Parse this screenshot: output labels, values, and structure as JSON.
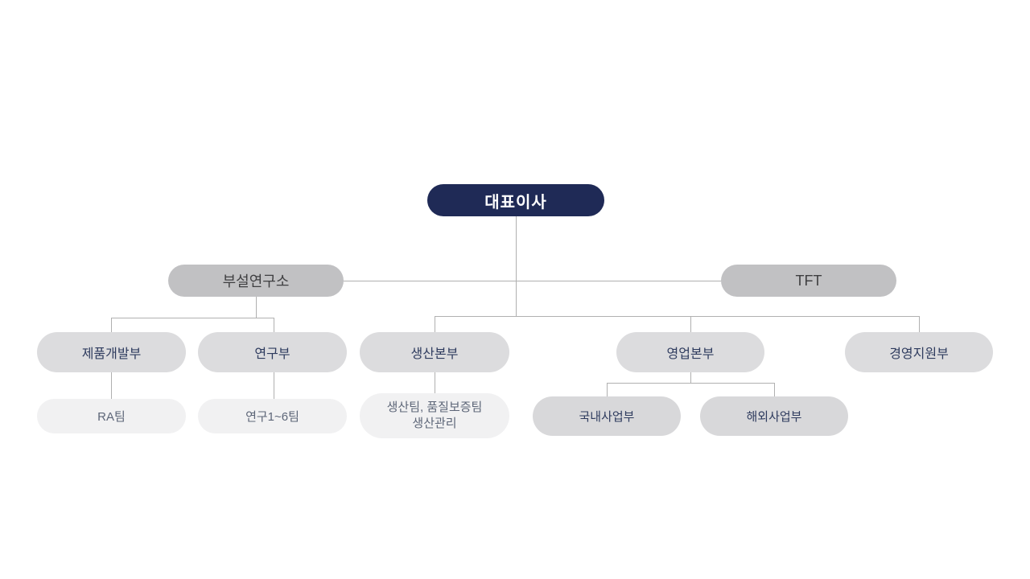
{
  "colors": {
    "navy": "#1f2a56",
    "level2-gray": "#c1c1c3",
    "level3-gray": "#dcdcde",
    "level4-light": "#f1f1f2",
    "level4-gray": "#d8d8da",
    "line-gray": "#b0b0b0",
    "navy-text": "#2e3b5e",
    "muted-text": "#5d6678",
    "dark-text": "#3f3f41",
    "white-text": "#ffffff"
  },
  "org": {
    "ceo": {
      "label": "대표이사"
    },
    "research_institute": {
      "label": "부설연구소"
    },
    "tft": {
      "label": "TFT"
    },
    "product_dev": {
      "label": "제품개발부"
    },
    "research_dept": {
      "label": "연구부"
    },
    "production_hq": {
      "label": "생산본부"
    },
    "sales_hq": {
      "label": "영업본부"
    },
    "mgmt_support": {
      "label": "경영지원부"
    },
    "ra_team": {
      "label": "RA팀"
    },
    "research_teams": {
      "label": "연구1~6팀"
    },
    "production_teams": {
      "line1": "생산팀, 품질보증팀",
      "line2": "생산관리"
    },
    "domestic_biz": {
      "label": "국내사업부"
    },
    "overseas_biz": {
      "label": "해외사업부"
    }
  }
}
